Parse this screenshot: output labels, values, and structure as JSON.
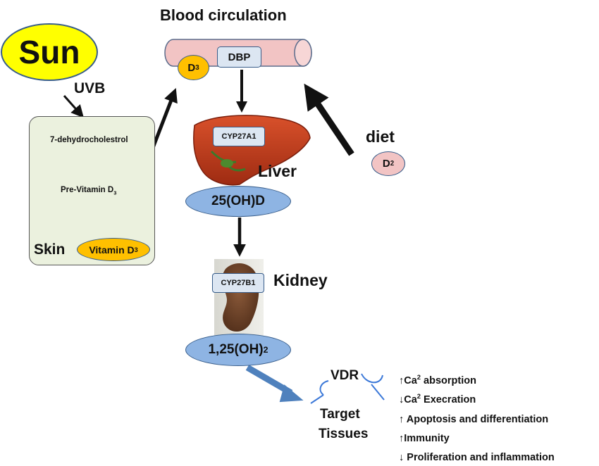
{
  "title": "Blood circulation",
  "sun": {
    "label": "Sun",
    "radiation": "UVB"
  },
  "skin": {
    "label": "Skin",
    "step1": "7-dehydrocholestrol",
    "step2_main": "Pre-Vitamin D",
    "step2_sub": "3",
    "product_main": "Vitamin D",
    "product_sub": "3"
  },
  "blood": {
    "dbp": "DBP",
    "d3_main": "D",
    "d3_sub": "3"
  },
  "diet": {
    "label": "diet",
    "d2_main": "D",
    "d2_sub": "2"
  },
  "liver": {
    "label": "Liver",
    "enzyme": "CYP27A1",
    "product": "25(OH)D"
  },
  "kidney": {
    "label": "Kidney",
    "enzyme": "CYP27B1",
    "product_main": "1,25(OH)",
    "product_sub": "2"
  },
  "target": {
    "receptor": "VDR",
    "line1": "Target",
    "line2": "Tissues"
  },
  "effects": [
    {
      "arrow": "↑",
      "main": "Ca",
      "sup": "2",
      "rest": " absorption"
    },
    {
      "arrow": "↓",
      "main": "Ca",
      "sup": "2",
      "rest": " Execration"
    },
    {
      "arrow": "↑",
      "main": " Apoptosis and differentiation",
      "sup": "",
      "rest": ""
    },
    {
      "arrow": "↑",
      "main": "Immunity",
      "sup": "",
      "rest": ""
    },
    {
      "arrow": "↓",
      "main": " Proliferation and inflammation",
      "sup": "",
      "rest": ""
    }
  ],
  "colors": {
    "sun_fill": "#ffff00",
    "skin_panel": "#ebf1de",
    "vessel": "#f2c4c4",
    "orange": "#ffc000",
    "blue_node": "#8eb4e3",
    "node_border": "#385d8a",
    "arrow_blue": "#4f81bd",
    "receptor": "#3b78d8"
  }
}
